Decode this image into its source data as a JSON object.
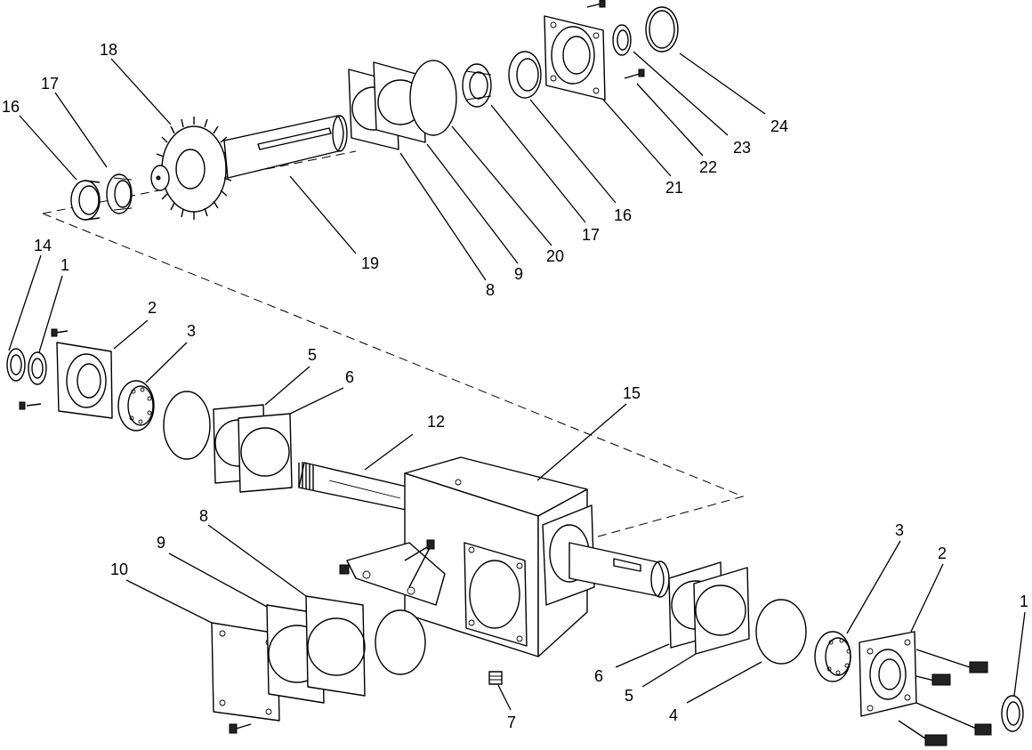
{
  "figure": {
    "callouts": {
      "c1a": "1",
      "c1b": "1",
      "c2a": "2",
      "c2b": "2",
      "c3a": "3",
      "c3b": "3",
      "c4": "4",
      "c5a": "5",
      "c5b": "5",
      "c6a": "6",
      "c6b": "6",
      "c7": "7",
      "c8a": "8",
      "c8b": "8",
      "c9a": "9",
      "c9b": "9",
      "c10": "10",
      "c12": "12",
      "c14": "14",
      "c15": "15",
      "c16a": "16",
      "c16b": "16",
      "c17a": "17",
      "c17b": "17",
      "c18": "18",
      "c19": "19",
      "c20": "20",
      "c21": "21",
      "c22": "22",
      "c23": "23",
      "c24": "24"
    }
  }
}
